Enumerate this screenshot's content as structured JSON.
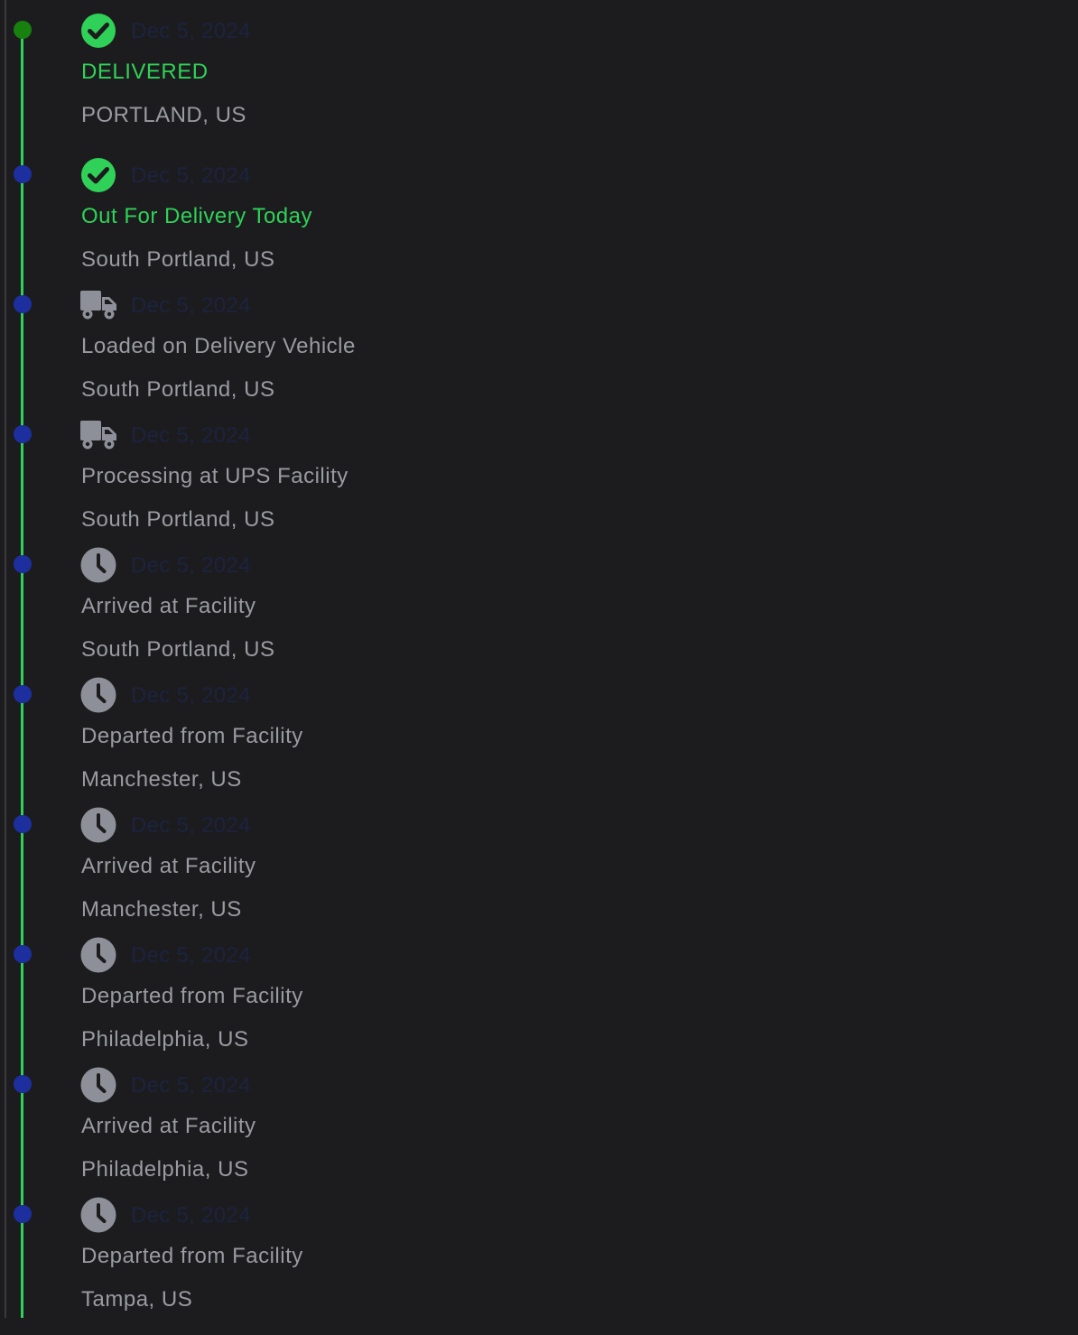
{
  "colors": {
    "background": "#1c1c1e",
    "timeline_line": "#30d158",
    "done_dot": "#17800f",
    "pending_dot": "#1d2f9e",
    "done_text": "#30d158",
    "muted_text": "#9a9ba2",
    "date_text": "#1b2340"
  },
  "events": [
    {
      "icon": "check-circle-icon",
      "date": "Dec 5, 2024",
      "status": "DELIVERED",
      "location": "PORTLAND, US",
      "state": "done"
    },
    {
      "icon": "check-circle-icon",
      "date": "Dec 5, 2024",
      "status": "Out For Delivery Today",
      "location": "South Portland, US",
      "state": "done"
    },
    {
      "icon": "truck-icon",
      "date": "Dec 5, 2024",
      "status": "Loaded on Delivery Vehicle",
      "location": "South Portland, US",
      "state": "pending"
    },
    {
      "icon": "truck-icon",
      "date": "Dec 5, 2024",
      "status": "Processing at UPS Facility",
      "location": "South Portland, US",
      "state": "pending"
    },
    {
      "icon": "clock-icon",
      "date": "Dec 5, 2024",
      "status": "Arrived at Facility",
      "location": "South Portland, US",
      "state": "pending"
    },
    {
      "icon": "clock-icon",
      "date": "Dec 5, 2024",
      "status": "Departed from Facility",
      "location": "Manchester, US",
      "state": "pending"
    },
    {
      "icon": "clock-icon",
      "date": "Dec 5, 2024",
      "status": "Arrived at Facility",
      "location": "Manchester, US",
      "state": "pending"
    },
    {
      "icon": "clock-icon",
      "date": "Dec 5, 2024",
      "status": "Departed from Facility",
      "location": "Philadelphia, US",
      "state": "pending"
    },
    {
      "icon": "clock-icon",
      "date": "Dec 5, 2024",
      "status": "Arrived at Facility",
      "location": "Philadelphia, US",
      "state": "pending"
    },
    {
      "icon": "clock-icon",
      "date": "Dec 5, 2024",
      "status": "Departed from Facility",
      "location": "Tampa, US",
      "state": "pending"
    }
  ]
}
